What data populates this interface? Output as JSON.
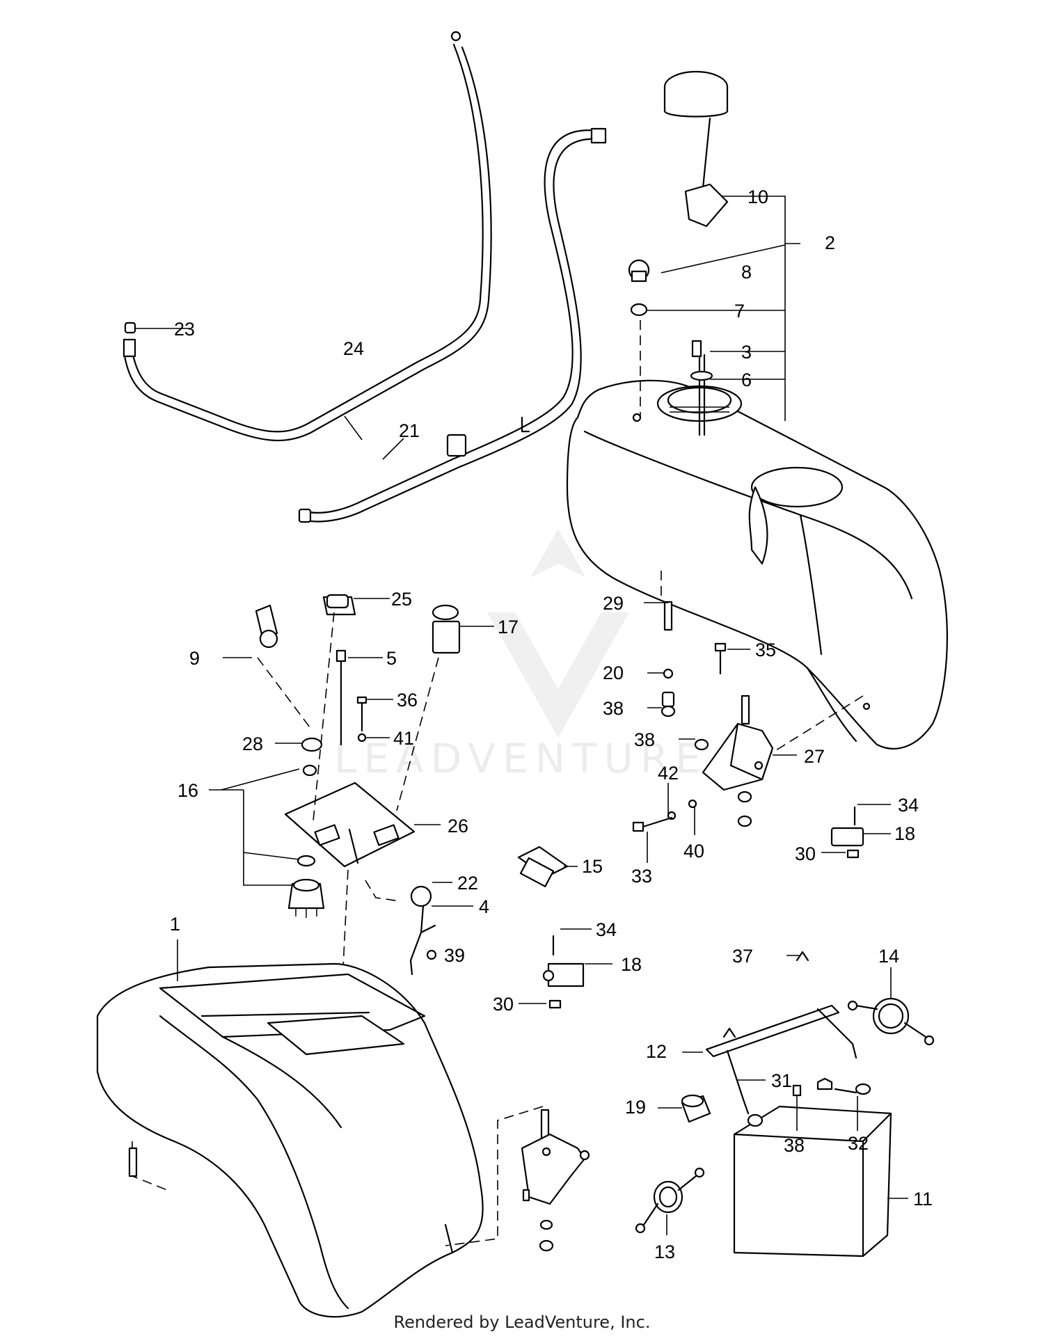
{
  "callouts": [
    "1",
    "2",
    "3",
    "4",
    "5",
    "6",
    "7",
    "8",
    "9",
    "10",
    "11",
    "12",
    "13",
    "14",
    "15",
    "16",
    "17",
    "18",
    "18",
    "19",
    "20",
    "21",
    "22",
    "23",
    "24",
    "25",
    "26",
    "27",
    "28",
    "29",
    "30",
    "30",
    "31",
    "32",
    "33",
    "34",
    "34",
    "35",
    "36",
    "37",
    "38",
    "38",
    "38",
    "39",
    "40",
    "41",
    "42"
  ],
  "footer": "Rendered by LeadVenture, Inc.",
  "watermark": "LEADVENTURE",
  "colors": {
    "line": "#000000",
    "background": "#ffffff",
    "watermark": "#ececec"
  }
}
